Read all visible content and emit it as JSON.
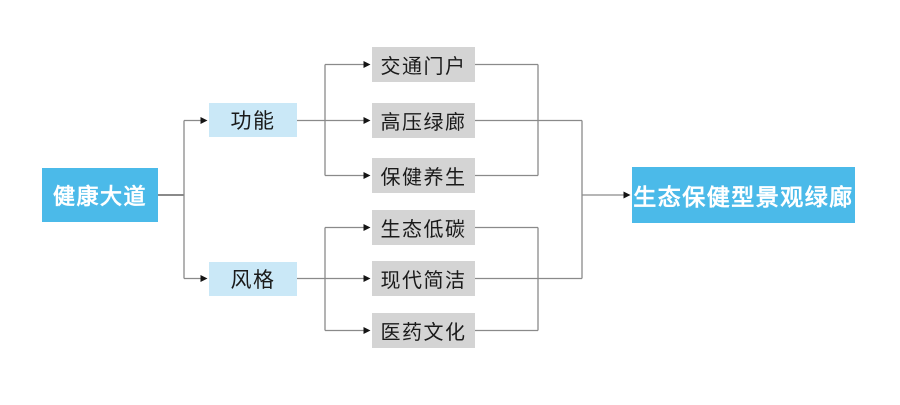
{
  "diagram": {
    "root": {
      "label": "健康大道"
    },
    "categories": [
      {
        "label": "功能"
      },
      {
        "label": "风格"
      }
    ],
    "items": [
      {
        "label": "交通门户",
        "group": "功能"
      },
      {
        "label": "高压绿廊",
        "group": "功能"
      },
      {
        "label": "保健养生",
        "group": "功能"
      },
      {
        "label": "生态低碳",
        "group": "风格"
      },
      {
        "label": "现代简洁",
        "group": "风格"
      },
      {
        "label": "医药文化",
        "group": "风格"
      }
    ],
    "result": {
      "label": "生态保健型景观绿廊"
    },
    "colors": {
      "primary": "#4bbae9",
      "category_fill": "#cae8f7",
      "item_fill": "#d4d4d4",
      "line": "#8a8a8a",
      "arrow": "#151515",
      "text_dark": "#1a1a1a",
      "text_light": "#ffffff"
    }
  }
}
